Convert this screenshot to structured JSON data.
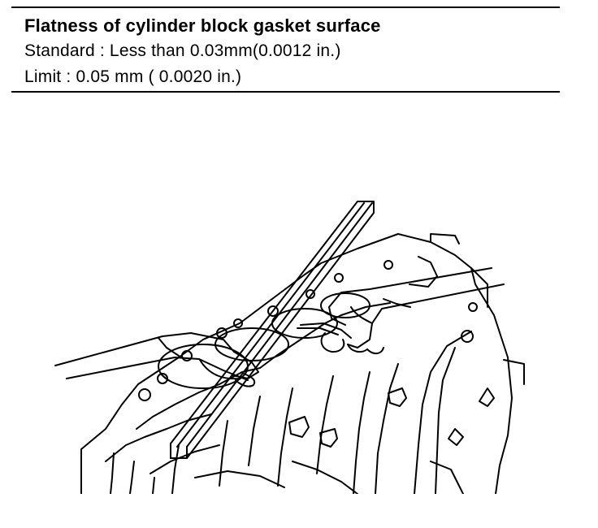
{
  "spec": {
    "title": "Flatness of cylinder block gasket surface",
    "standard": "Standard : Less than 0.03mm(0.0012 in.)",
    "limit": "Limit : 0.05 mm ( 0.0020 in.)"
  },
  "illustration": {
    "icon": "cylinder-block-straightedge-illustration"
  }
}
